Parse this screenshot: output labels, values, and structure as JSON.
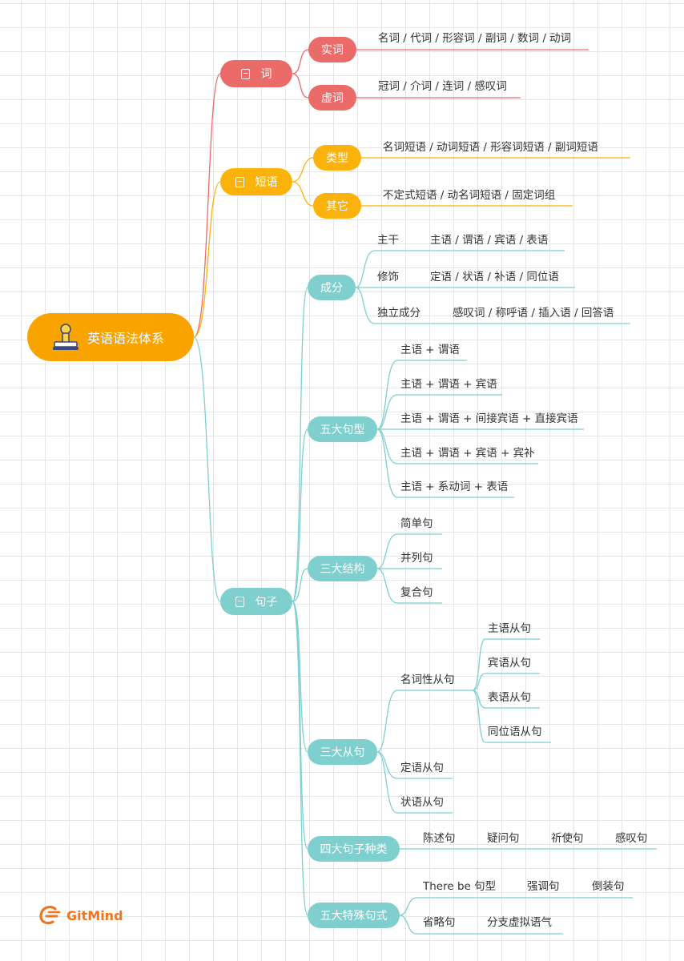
{
  "root": {
    "label": "英语语法体系"
  },
  "branches": {
    "ci": {
      "label": "词",
      "color": "#ea6b68",
      "shici": {
        "label": "实词",
        "items": "名词 / 代词 / 形容词 / 副词 / 数词 / 动词"
      },
      "xuci": {
        "label": "虚词",
        "items": "冠词 / 介词 / 连词 / 感叹词"
      }
    },
    "duanyu": {
      "label": "短语",
      "color": "#fbb20a",
      "leixing": {
        "label": "类型",
        "items": "名词短语 / 动词短语 / 形容词短语 / 副词短语"
      },
      "qita": {
        "label": "其它",
        "items": "不定式短语 / 动名词短语 / 固定词组"
      }
    },
    "juzi": {
      "label": "句子",
      "color": "#7fcfcf",
      "chengfen": {
        "label": "成分",
        "zhugan": {
          "label": "主干",
          "items": "主语 / 谓语 / 宾语 / 表语"
        },
        "xiushi": {
          "label": "修饰",
          "items": "定语 / 状语 / 补语 / 同位语"
        },
        "duli": {
          "label": "独立成分",
          "items": "感叹词 / 称呼语 / 插入语 / 回答语"
        }
      },
      "jux": {
        "label": "五大句型",
        "items": [
          "主语 + 谓语",
          "主语 + 谓语 + 宾语",
          "主语 + 谓语 + 间接宾语 + 直接宾语",
          "主语 + 谓语 + 宾语 + 宾补",
          "主语 + 系动词 + 表语"
        ]
      },
      "jiegou": {
        "label": "三大结构",
        "items": [
          "简单句",
          "并列句",
          "复合句"
        ]
      },
      "congju": {
        "label": "三大从句",
        "mingci": {
          "label": "名词性从句",
          "items": [
            "主语从句",
            "宾语从句",
            "表语从句",
            "同位语从句"
          ]
        },
        "dingyu": "定语从句",
        "zhuangyu": "状语从句"
      },
      "zhonglei": {
        "label": "四大句子种类",
        "items": [
          "陈述句",
          "疑问句",
          "祈使句",
          "感叹句"
        ]
      },
      "teshu": {
        "label": "五大特殊句式",
        "items": [
          "There be 句型",
          "强调句",
          "倒装句",
          "省略句",
          "分支虚拟语气"
        ]
      }
    }
  },
  "brand": {
    "name": "GitMind",
    "color": "#f0751e"
  }
}
